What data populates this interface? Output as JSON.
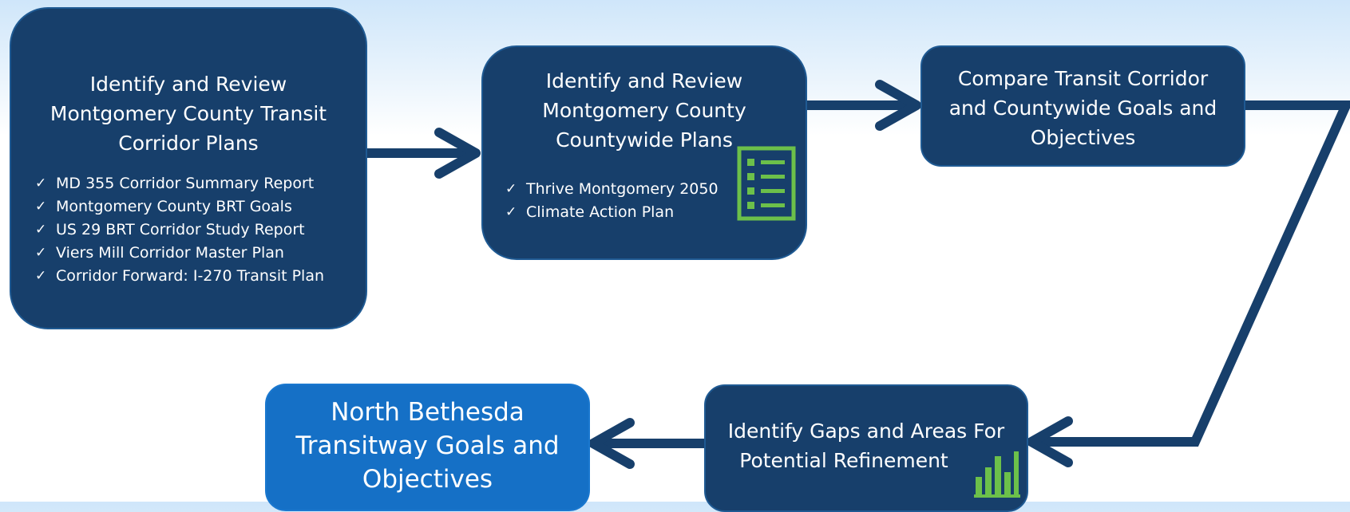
{
  "steps": {
    "transit_corridor": {
      "title": [
        "Identify and Review",
        "Montgomery County Transit",
        "Corridor Plans"
      ],
      "items": [
        "MD 355 Corridor Summary Report",
        "Montgomery County BRT Goals",
        "US 29 BRT Corridor Study Report",
        "Viers Mill Corridor Master Plan",
        "Corridor Forward: I-270 Transit Plan"
      ]
    },
    "countywide": {
      "title": [
        "Identify and Review",
        "Montgomery County",
        "Countywide Plans"
      ],
      "items": [
        "Thrive Montgomery 2050",
        "Climate Action Plan"
      ],
      "icon": "checklist-icon"
    },
    "compare": {
      "title": [
        "Compare Transit Corridor",
        "and Countywide Goals and",
        "Objectives"
      ]
    },
    "gaps": {
      "title": [
        "Identify Gaps and Areas For",
        "Potential Refinement"
      ],
      "icon": "bar-chart-icon"
    },
    "result": {
      "title": [
        "North Bethesda",
        "Transitway Goals and",
        "Objectives"
      ]
    }
  },
  "check_mark": "✓",
  "colors": {
    "box": "#173f6b",
    "result_box": "#1570c6",
    "arrow": "#173f6b",
    "icon": "#6cc04a"
  }
}
